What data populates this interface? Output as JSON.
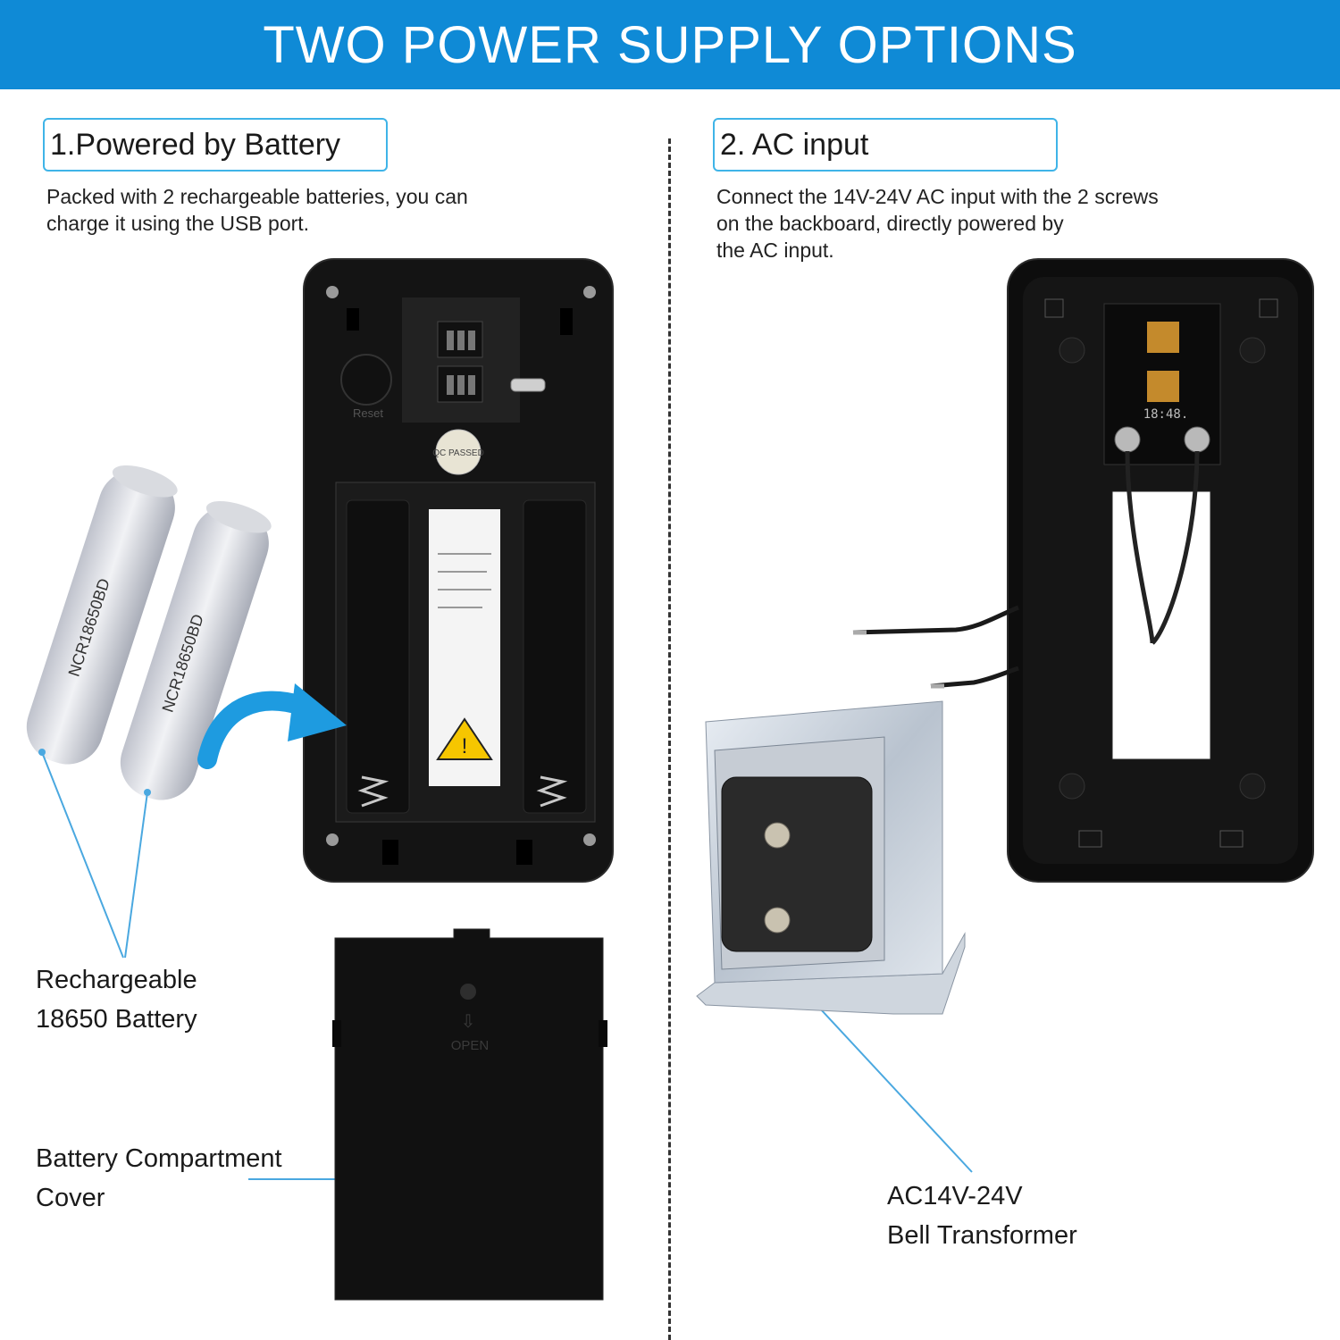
{
  "banner": {
    "title": "TWO POWER SUPPLY OPTIONS"
  },
  "option1": {
    "heading": "1.Powered by Battery",
    "description_lines": [
      "Packed with 2 rechargeable batteries, you can",
      "charge it using the USB port."
    ],
    "battery_label": [
      "Rechargeable",
      "18650 Battery"
    ],
    "cover_label": [
      "Battery Compartment",
      "Cover"
    ],
    "battery_print": "NCR18650BD",
    "reset_text": "Reset",
    "qc_text": "QC PASSED",
    "cover_text": "OPEN"
  },
  "option2": {
    "heading": "2. AC input",
    "description_lines": [
      "Connect the 14V-24V AC input with the 2 screws",
      "on the backboard, directly powered by",
      "the AC input."
    ],
    "transformer_label": [
      "AC14V-24V",
      "Bell Transformer"
    ],
    "board_text": "18:48."
  },
  "colors": {
    "banner": "#0f8ad6",
    "box_border": "#3fb4e8",
    "arrow": "#1e9be0",
    "pointer_line": "#4aa8e0"
  }
}
